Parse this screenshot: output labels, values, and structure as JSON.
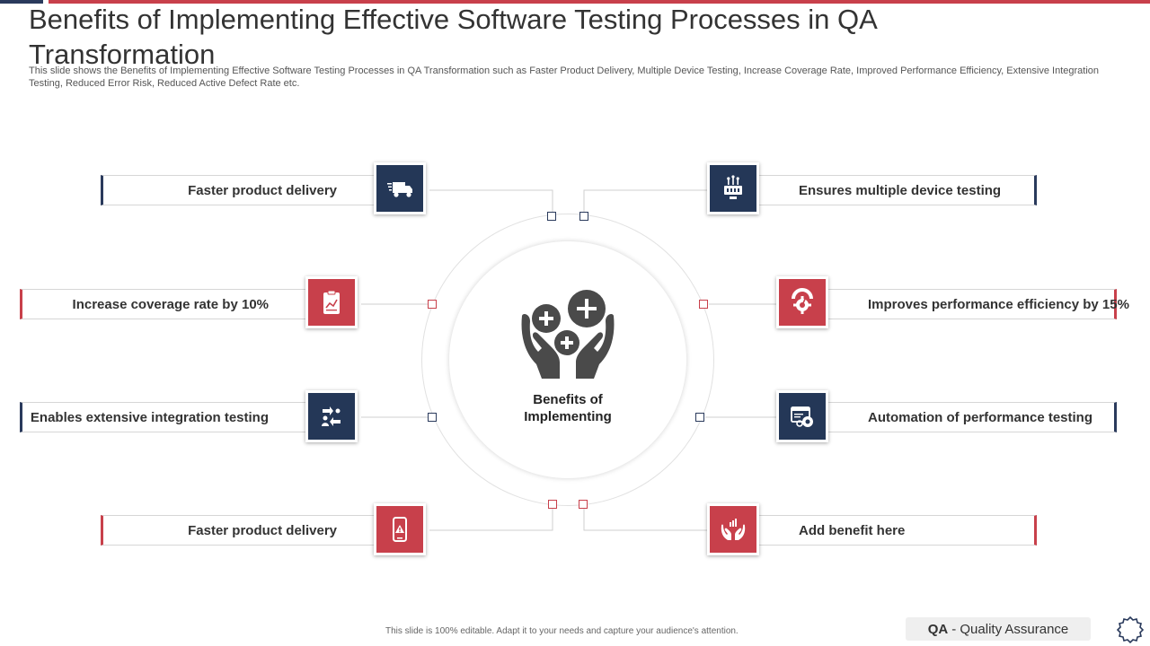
{
  "slide": {
    "title": "Benefits of Implementing Effective Software Testing Processes in QA Transformation",
    "subtitle": "This slide shows the Benefits of Implementing Effective Software Testing Processes in QA Transformation such as Faster Product Delivery, Multiple Device Testing, Increase Coverage Rate, Improved Performance Efficiency, Extensive Integration Testing, Reduced Error Risk, Reduced Active Defect Rate etc.",
    "footer_note": "This slide is 100% editable. Adapt it to your needs and capture your audience's attention.",
    "badge_abbr": "QA",
    "badge_text": "- Quality Assurance"
  },
  "center": {
    "line1": "Benefits of",
    "line2": "Implementing",
    "icon": "hands-with-plus-icon"
  },
  "benefits": [
    {
      "label": "Faster product delivery",
      "icon": "delivery-truck-icon",
      "color": "#243757"
    },
    {
      "label": "Increase coverage rate by 10%",
      "icon": "clipboard-chart-icon",
      "color": "#c8404b"
    },
    {
      "label": "Enables extensive integration testing",
      "icon": "integration-people-icon",
      "color": "#243757"
    },
    {
      "label": "Faster product delivery",
      "icon": "mobile-warning-icon",
      "color": "#c8404b"
    },
    {
      "label": "Ensures multiple device testing",
      "icon": "device-chip-icon",
      "color": "#243757"
    },
    {
      "label": "Improves performance efficiency by 15%",
      "icon": "gear-gauge-icon",
      "color": "#c8404b"
    },
    {
      "label": "Automation of performance testing",
      "icon": "browser-gear-icon",
      "color": "#243757"
    },
    {
      "label": "Add benefit here",
      "icon": "hands-growth-icon",
      "color": "#c8404b"
    }
  ],
  "colors": {
    "navy": "#243757",
    "red": "#c8404b"
  }
}
